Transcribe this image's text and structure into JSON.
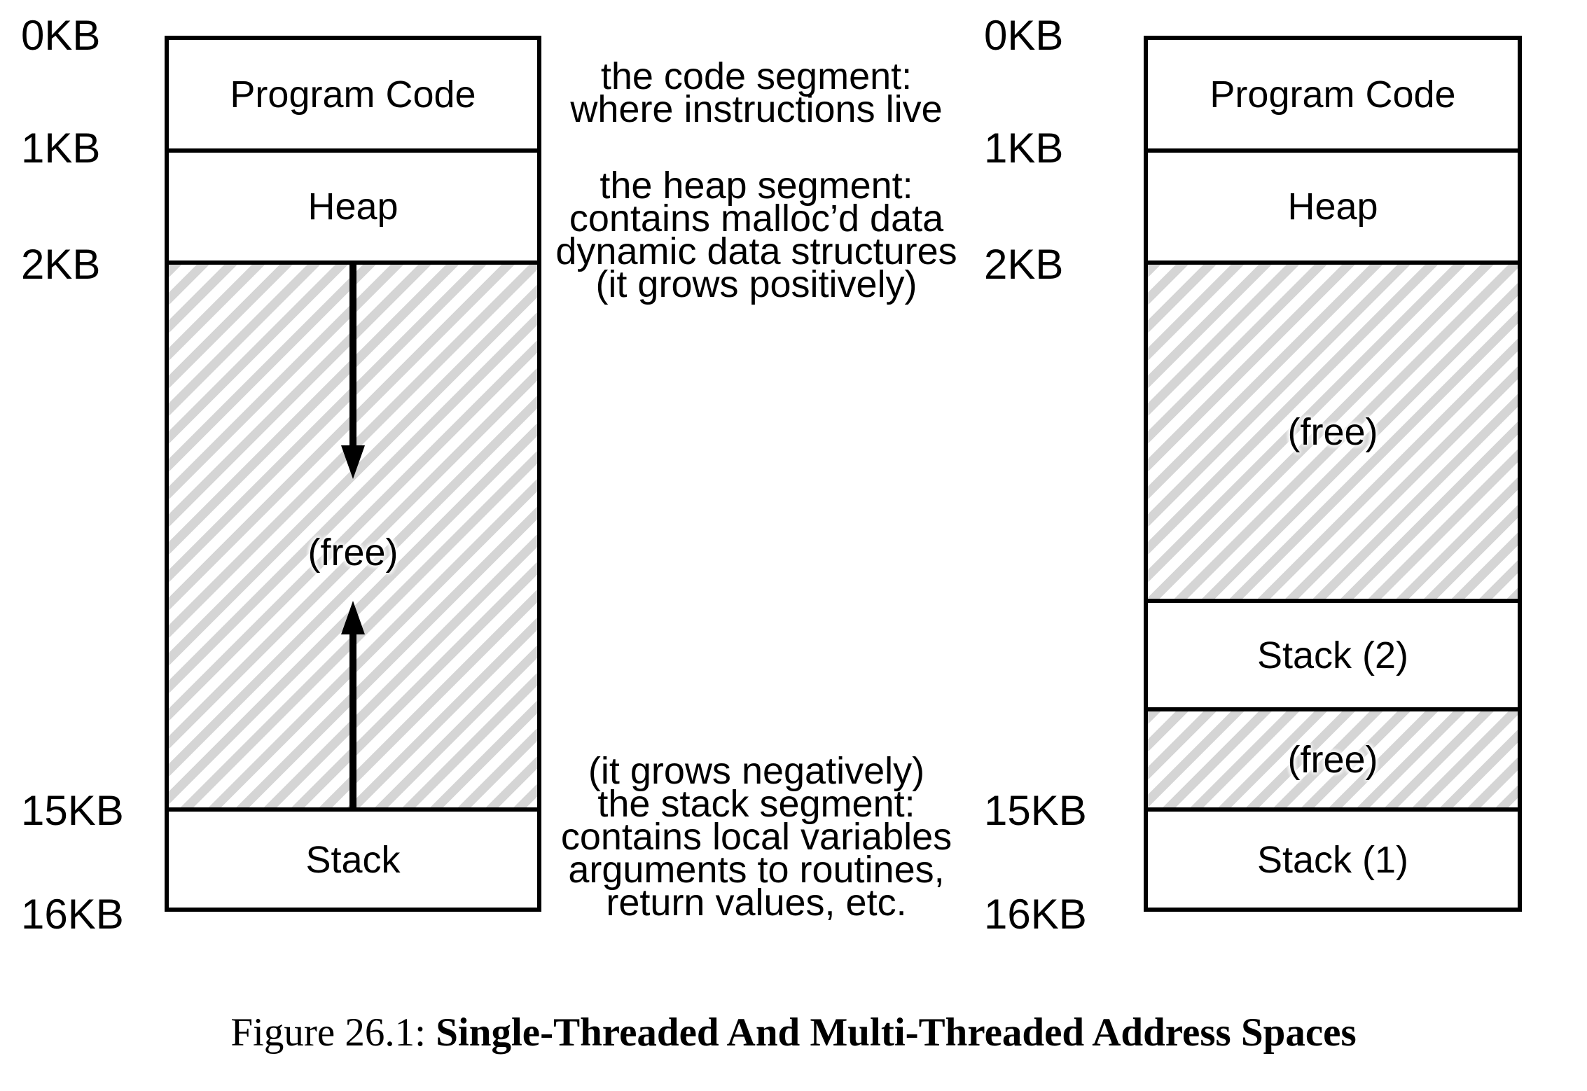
{
  "left_diagram": {
    "address_labels": [
      "0KB",
      "1KB",
      "2KB",
      "15KB",
      "16KB"
    ],
    "segments": {
      "program_code": "Program Code",
      "heap": "Heap",
      "free": "(free)",
      "stack": "Stack"
    }
  },
  "right_diagram": {
    "address_labels": [
      "0KB",
      "1KB",
      "2KB",
      "15KB",
      "16KB"
    ],
    "segments": {
      "program_code": "Program Code",
      "heap": "Heap",
      "free_top": "(free)",
      "stack2": "Stack (2)",
      "free_mid": "(free)",
      "stack1": "Stack (1)"
    }
  },
  "annotations": {
    "code_lines": [
      "the code segment:",
      "where instructions live"
    ],
    "heap_lines": [
      "the heap segment:",
      "contains malloc’d data",
      "dynamic data structures",
      "(it grows positively)"
    ],
    "stack_lines": [
      "(it grows negatively)",
      "the stack segment:",
      "contains local variables",
      "arguments to routines,",
      "return values, etc."
    ]
  },
  "caption": {
    "prefix": "Figure 26.1: ",
    "title": "Single-Threaded And Multi-Threaded Address Spaces"
  }
}
